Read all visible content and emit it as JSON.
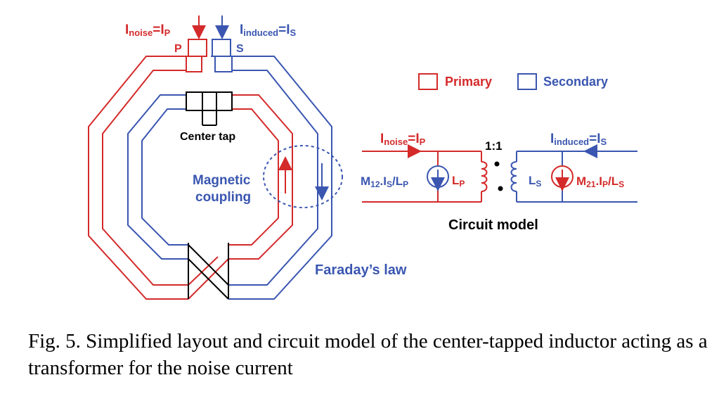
{
  "colors": {
    "primary": "#d42a2a",
    "secondary": "#3a56b0",
    "tap": "#000000"
  },
  "layout_labels": {
    "top_left_main": "I",
    "top_left_sub": "noise",
    "top_left_eq": "=I",
    "top_left_sub2": "P",
    "top_right_main": "I",
    "top_right_sub": "induced",
    "top_right_eq": "=I",
    "top_right_sub2": "S",
    "port_p": "P",
    "port_s": "S",
    "center_tap": "Center tap",
    "magnetic_line1": "Magnetic",
    "magnetic_line2": "coupling",
    "faraday": "Faraday’s law"
  },
  "legend": {
    "primary": "Primary",
    "secondary": "Secondary"
  },
  "circuit": {
    "left_label_main": "I",
    "left_label_sub": "noise",
    "left_label_eq": "=I",
    "left_label_sub2": "P",
    "right_label_main": "I",
    "right_label_sub": "induced",
    "right_label_eq": "=I",
    "right_label_sub2": "S",
    "ratio": "1:1",
    "left_source_pre": "M",
    "left_source_sub1": "12",
    "left_source_mid": ".I",
    "left_source_sub2": "S",
    "left_source_post": "/L",
    "left_source_sub3": "P",
    "right_source_pre": "M",
    "right_source_sub1": "21",
    "right_source_mid": ".I",
    "right_source_sub2": "P",
    "right_source_post": "/L",
    "right_source_sub3": "S",
    "lp_main": "L",
    "lp_sub": "P",
    "ls_main": "L",
    "ls_sub": "S",
    "title": "Circuit model"
  },
  "caption": "Fig. 5.  Simplified layout and circuit model of the center-tapped inductor acting as a transformer for the noise current"
}
